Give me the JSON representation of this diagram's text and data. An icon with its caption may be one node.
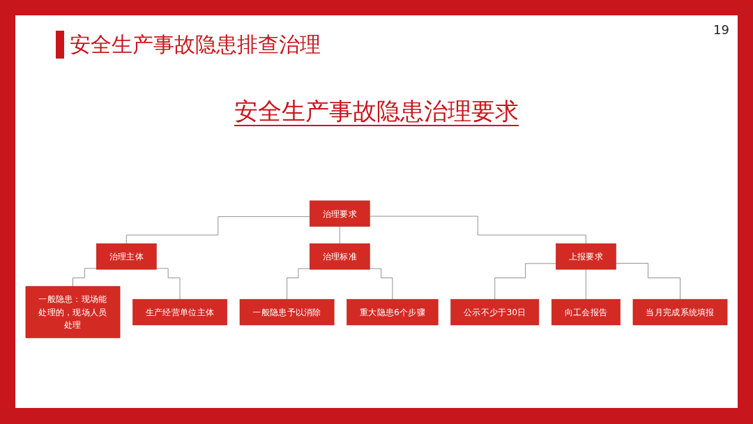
{
  "diagram": {
    "title": "安全生产事故隐患排查治理",
    "nodes": [
      {
        "text": [
          "治理要求"
        ]
      },
      {
        "text": [
          "治理主体"
        ]
      },
      {
        "text": [
          "治理标准"
        ]
      },
      {
        "text": [
          "上报要求"
        ]
      },
      {
        "text": [
          "一般隐患：现场能处理的，现场人员处理"
        ]
      },
      {
        "text": [
          "生产经营单位主体"
        ]
      },
      {
        "text": [
          "一般隐患予以消除"
        ]
      },
      {
        "text": [
          "重大隐患6个步骤"
        ]
      },
      {
        "text": [
          "公示不少于30日"
        ]
      },
      {
        "text": [
          "向工会报告"
        ]
      },
      {
        "text": [
          "当月完成系统填报"
        ]
      }
    ],
    "edges": [
      {
        "from": 0,
        "to": 1,
        "arrow": "none"
      },
      {
        "from": 0,
        "to": 2,
        "arrow": "none"
      },
      {
        "from": 0,
        "to": 3,
        "arrow": "none"
      },
      {
        "from": 1,
        "to": 4,
        "arrow": "none"
      },
      {
        "from": 1,
        "to": 5,
        "arrow": "none"
      },
      {
        "from": 2,
        "to": 6,
        "arrow": "none"
      },
      {
        "from": 2,
        "to": 7,
        "arrow": "none"
      },
      {
        "from": 3,
        "to": 8,
        "arrow": "none"
      },
      {
        "from": 3,
        "to": 9,
        "arrow": "none"
      },
      {
        "from": 3,
        "to": 10,
        "arrow": "none"
      }
    ],
    "labels": [
      "19",
      "安全生产事故隐患治理要求"
    ]
  }
}
